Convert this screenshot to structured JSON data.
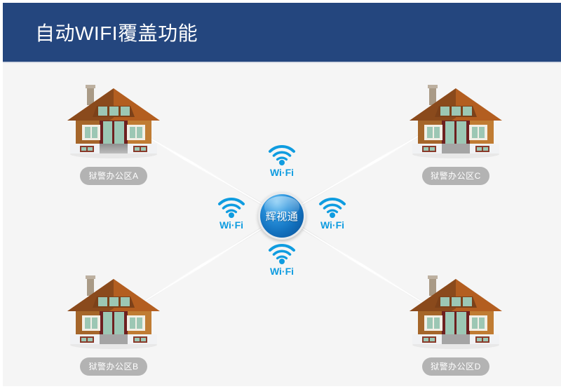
{
  "header": {
    "title": "自动WIFI覆盖功能",
    "background_color": "#24467e",
    "text_color": "#ffffff"
  },
  "stage": {
    "background_color": "#f5f5f5"
  },
  "hub": {
    "label": "辉视通",
    "shape": "sphere",
    "color_light": "#6bc0f2",
    "color_dark": "#0b4f94",
    "ring_color": "#e8eaec"
  },
  "wifi_badges": [
    {
      "position": "top",
      "label": "Wi·Fi",
      "icon": "wifi-icon",
      "color": "#0f9ce0"
    },
    {
      "position": "left",
      "label": "Wi·Fi",
      "icon": "wifi-icon",
      "color": "#0f9ce0"
    },
    {
      "position": "right",
      "label": "Wi·Fi",
      "icon": "wifi-icon",
      "color": "#0f9ce0"
    },
    {
      "position": "bottom",
      "label": "Wi·Fi",
      "icon": "wifi-icon",
      "color": "#0f9ce0"
    }
  ],
  "nodes": [
    {
      "id": "a",
      "position": "top-left",
      "label": "狱警办公区A",
      "icon": "house-icon"
    },
    {
      "id": "c",
      "position": "top-right",
      "label": "狱警办公区C",
      "icon": "house-icon"
    },
    {
      "id": "b",
      "position": "bottom-left",
      "label": "狱警办公区B",
      "icon": "house-icon"
    },
    {
      "id": "d",
      "position": "bottom-right",
      "label": "狱警办公区D",
      "icon": "house-icon"
    }
  ],
  "connectors": {
    "style": "diagonal-ray",
    "color": "#ffffff",
    "edge_color": "#e3e3e3",
    "count": 4
  },
  "label_pill": {
    "background_color": "#b3b3b3",
    "text_color": "#ffffff"
  },
  "house_palette": {
    "roof_left": "#8a4a1c",
    "roof_right": "#b35e20",
    "roof_dormer": "#7c4119",
    "wall": "#c07c33",
    "wall_shade": "#a5662a",
    "window_glass": "#9cc7b4",
    "window_frame": "#f2efe6",
    "door_frame": "#6e2020",
    "base": "#f1f2f4",
    "step": "#9a9a9a",
    "chimney": "#a99a86"
  }
}
